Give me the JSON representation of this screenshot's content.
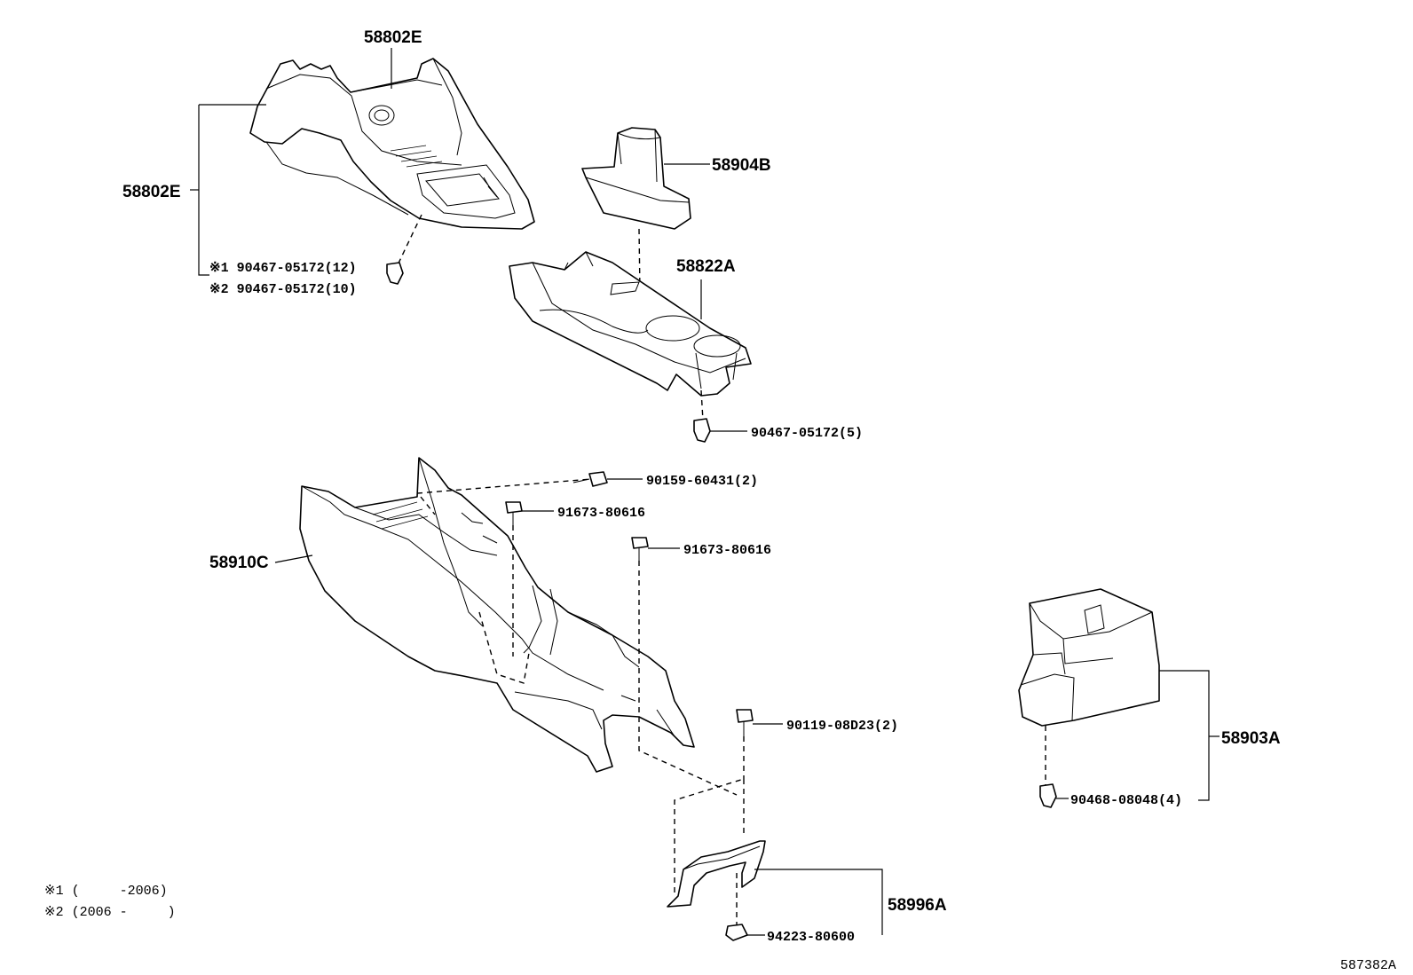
{
  "labels": {
    "upper_panel_top": "58802E",
    "upper_panel_left": "58802E",
    "clip_upper_1": "※1 90467-05172(12)",
    "clip_upper_2": "※2 90467-05172(10)",
    "shift_boot": "58904B",
    "tray_box": "58822A",
    "clip_tray": "90467-05172(5)",
    "bolt_a": "90159-60431(2)",
    "bolt_b": "91673-80616",
    "bolt_c": "91673-80616",
    "console_body": "58910C",
    "rear_box": "58903A",
    "clip_rear": "90468-08048(4)",
    "bolt_d": "90119-08D23(2)",
    "bracket": "58996A",
    "nut": "94223-80600"
  },
  "notes": {
    "note1": "※1 (     -2006)",
    "note2": "※2 (2006 -     )"
  },
  "illustration_id": "587382A"
}
